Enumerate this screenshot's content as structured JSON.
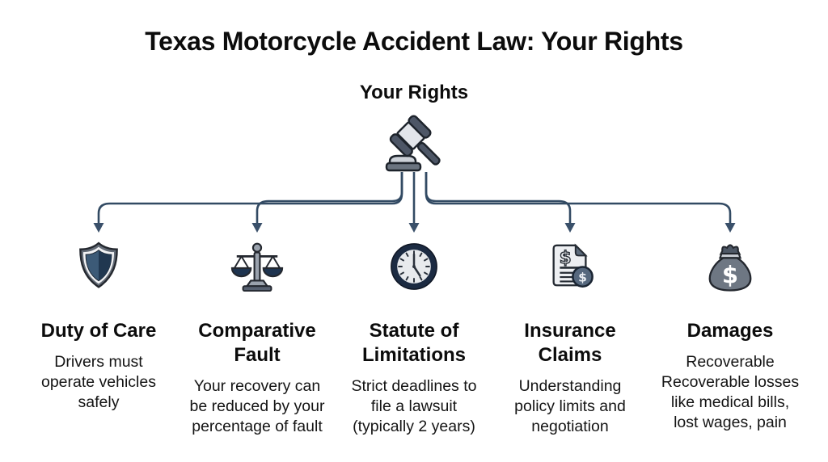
{
  "header": {
    "title": "Texas Motorcycle Accident Law: Your Rights"
  },
  "root": {
    "label": "Your Rights",
    "icon": "gavel-icon"
  },
  "colors": {
    "connector": "#324a63",
    "arrowhead": "#3a506a",
    "navy_accent": "#1e3450",
    "slate_gray": "#6e7783",
    "heading_text": "#0c0c0c",
    "body_text": "#141414"
  },
  "branches": [
    {
      "id": "duty-of-care",
      "icon": "shield-icon",
      "heading": "Duty of Care",
      "description": "Drivers must\noperate vehicles\nsafely"
    },
    {
      "id": "comparative-fault",
      "icon": "scales-of-justice-icon",
      "heading": "Comparative\nFault",
      "description": "Your recovery can\nbe reduced by your\npercentage of fault"
    },
    {
      "id": "statute-of-limitations",
      "icon": "clock-icon",
      "heading": "Statute of\nLimitations",
      "description": "Strict deadlines to\nfile a lawsuit\n(typically 2 years)"
    },
    {
      "id": "insurance-claims",
      "icon": "document-dollar-icon",
      "heading": "Insurance\nClaims",
      "description": "Understanding\npolicy limits and\nnegotiation"
    },
    {
      "id": "damages",
      "icon": "money-bag-icon",
      "heading": "Damages",
      "description": "Recoverable\nRecoverable losses\nlike medical bills,\nlost wages, pain"
    }
  ]
}
